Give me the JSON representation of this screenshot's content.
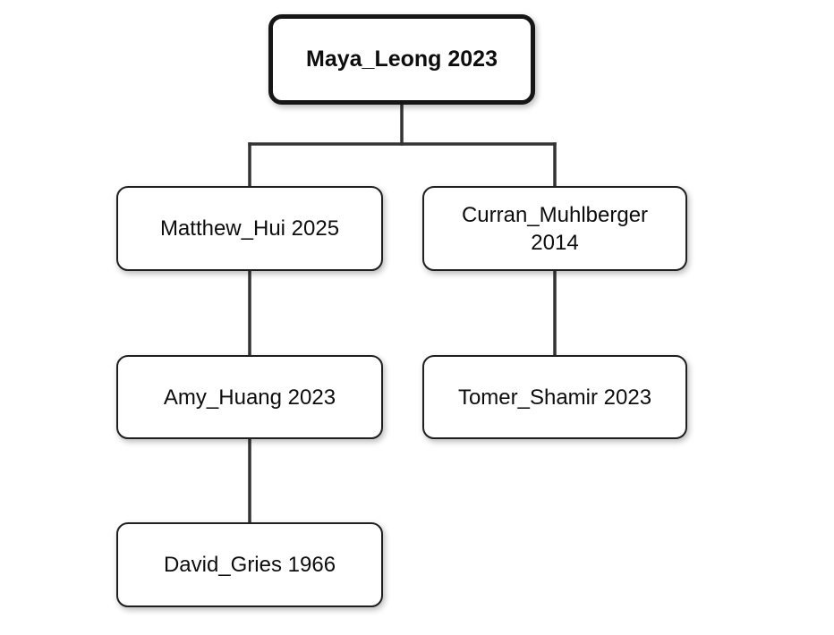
{
  "diagram": {
    "type": "tree",
    "nodes": {
      "maya": {
        "label": "Maya_Leong 2023"
      },
      "matthew": {
        "label": "Matthew_Hui 2025"
      },
      "curran": {
        "label": "Curran_Muhlberger 2014"
      },
      "amy": {
        "label": "Amy_Huang 2023"
      },
      "tomer": {
        "label": "Tomer_Shamir 2023"
      },
      "david": {
        "label": "David_Gries 1966"
      }
    },
    "edges": [
      {
        "from": "Maya_Leong 2023",
        "to": "Matthew_Hui 2025"
      },
      {
        "from": "Maya_Leong 2023",
        "to": "Curran_Muhlberger 2014"
      },
      {
        "from": "Matthew_Hui 2025",
        "to": "Amy_Huang 2023"
      },
      {
        "from": "Curran_Muhlberger 2014",
        "to": "Tomer_Shamir 2023"
      },
      {
        "from": "Amy_Huang 2023",
        "to": "David_Gries 1966"
      }
    ],
    "colors": {
      "background": "#ffffff",
      "node_fill": "#ffffff",
      "node_border": "#1f1f1f",
      "root_border": "#161616",
      "edge": "#333333",
      "text": "#0d0d0d"
    }
  }
}
